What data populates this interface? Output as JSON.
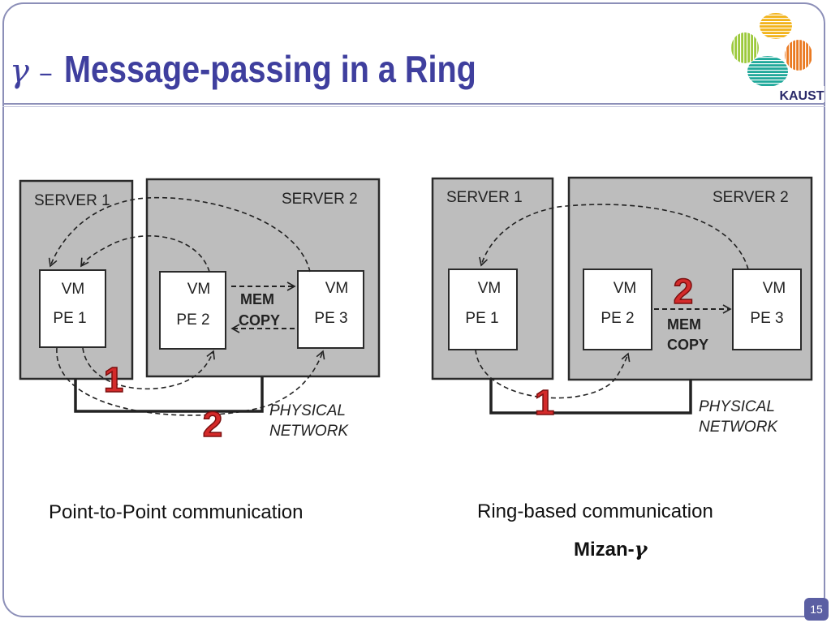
{
  "slide": {
    "title_symbol": "γ",
    "title_dash": "–",
    "title_text": "Message-passing in a Ring",
    "logo_text": "KAUST",
    "page_number": "15"
  },
  "left_diagram": {
    "server1": "SERVER 1",
    "server2": "SERVER 2",
    "pe1_vm": "VM",
    "pe1": "PE 1",
    "pe2_vm": "VM",
    "pe2": "PE 2",
    "pe3_vm": "VM",
    "pe3": "PE 3",
    "mem": "MEM",
    "copy": "COPY",
    "network_line1": "PHYSICAL",
    "network_line2": "NETWORK",
    "step1": "1",
    "step2": "2",
    "caption": "Point-to-Point communication"
  },
  "right_diagram": {
    "server1": "SERVER 1",
    "server2": "SERVER 2",
    "pe1_vm": "VM",
    "pe1": "PE 1",
    "pe2_vm": "VM",
    "pe2": "PE 2",
    "pe3_vm": "VM",
    "pe3": "PE 3",
    "mem": "MEM",
    "copy": "COPY",
    "network_line1": "PHYSICAL",
    "network_line2": "NETWORK",
    "step1": "1",
    "step2": "2",
    "caption": "Ring-based communication",
    "subcaption_prefix": "Mizan-",
    "subcaption_symbol": "γ"
  },
  "colors": {
    "title": "#3f3f9e",
    "server_fill": "#bdbdbd",
    "step_number": "#d42a2a",
    "page_badge": "#5b5fa3"
  }
}
